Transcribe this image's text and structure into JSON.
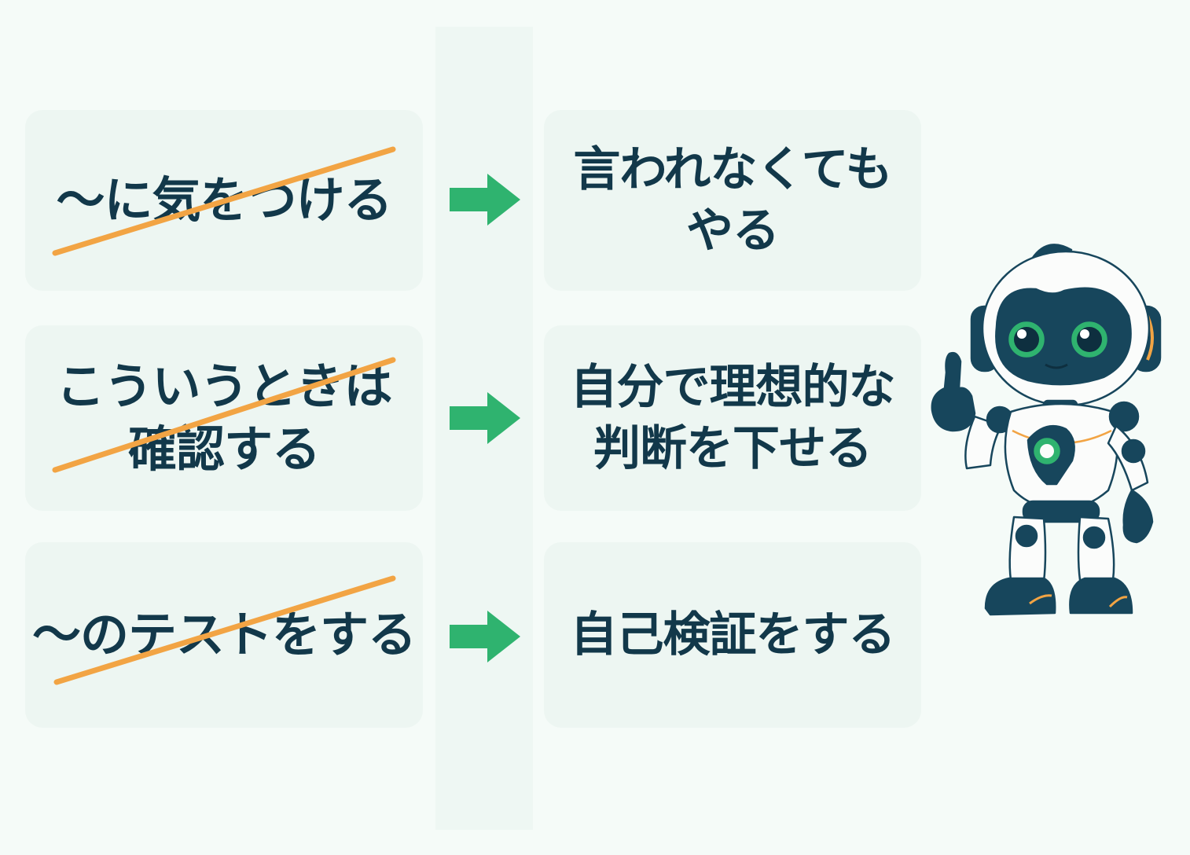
{
  "rows": [
    {
      "before": [
        "〜に気をつける"
      ],
      "after": [
        "言われなくても",
        "やる"
      ]
    },
    {
      "before": [
        "こういうときは",
        "確認する"
      ],
      "after": [
        "自分で理想的な",
        "判断を下せる"
      ]
    },
    {
      "before": [
        "〜のテストをする"
      ],
      "after": [
        "自己検証をする"
      ]
    }
  ],
  "colors": {
    "background": "#f5fbf8",
    "card": "#edf6f2",
    "text": "#12384a",
    "strike": "#f2a444",
    "arrow": "#2fb36f",
    "robot_dark": "#17465c",
    "robot_light": "#fbfcfb",
    "robot_accent": "#2fb36f"
  },
  "icons": {
    "arrow": "right-arrow-icon",
    "mascot": "robot-mascot"
  }
}
